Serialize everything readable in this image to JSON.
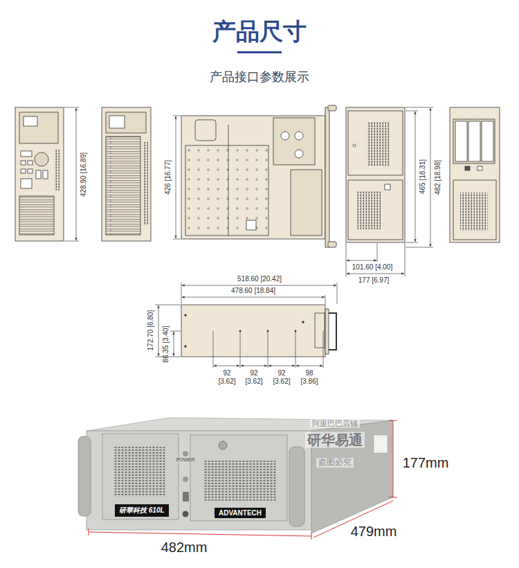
{
  "diagram": {
    "title": "产品尺寸",
    "nodes": [
      {
        "text": [
          "研華科技 610L"
        ]
      },
      {
        "text": [
          "ADVANTECH"
        ]
      }
    ],
    "labels": [
      "产品接口参数展示",
      "428.90 [16.89]",
      "426 [16.77]",
      "465 [18.31]",
      "482 [18.98]",
      "101.60 [4.00]",
      "177 [6.97]",
      "518.60 [20.42]",
      "478.60 [18.84]",
      "172.70 [6.80]",
      "86.35 [3.40]",
      "92",
      "[3.62]",
      "92",
      "[3.62]",
      "92",
      "[3.62]",
      "98",
      "[3.86]",
      "POWER",
      "阿里巴巴店铺",
      "研华易通",
      "盗图必究",
      "177mm",
      "482mm",
      "479mm"
    ]
  }
}
